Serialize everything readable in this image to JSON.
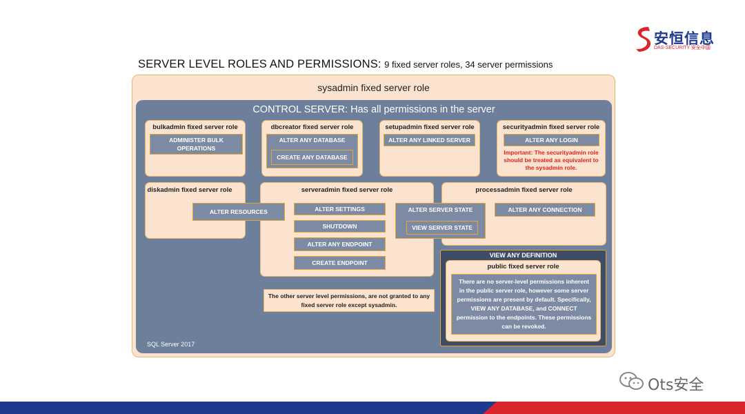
{
  "logo": {
    "name_cn": "安恒信息",
    "name_en": "DAS-SECURITY 安全中国"
  },
  "title": {
    "main": "SERVER LEVEL ROLES AND PERMISSIONS:",
    "sub": "9 fixed server roles, 34 server permissions"
  },
  "sysadmin": {
    "label": "sysadmin fixed server role"
  },
  "control_server": {
    "label": "CONTROL SERVER: Has all permissions in the server",
    "version": "SQL Server 2017"
  },
  "roles": {
    "bulkadmin": {
      "label": "bulkadmin fixed server role",
      "perms": [
        "ADMINISTER BULK OPERATIONS"
      ]
    },
    "dbcreator": {
      "label": "dbcreator fixed server role",
      "perms": [
        "ALTER ANY DATABASE",
        "CREATE ANY DATABASE"
      ]
    },
    "setupadmin": {
      "label": "setupadmin fixed server role",
      "perms": [
        "ALTER ANY LINKED SERVER"
      ]
    },
    "securityadmin": {
      "label": "securityadmin fixed server role",
      "perms": [
        "ALTER ANY LOGIN"
      ],
      "note": "Important: The securityadmin role should be treated as equivalent to the sysadmin role."
    },
    "diskadmin": {
      "label": "diskadmin fixed server role",
      "perms": [
        "ALTER RESOURCES"
      ]
    },
    "serveradmin": {
      "label": "serveradmin fixed server role",
      "perms": [
        "ALTER SETTINGS",
        "SHUTDOWN",
        "ALTER ANY ENDPOINT",
        "CREATE ENDPOINT",
        "ALTER SERVER STATE",
        "VIEW SERVER STATE"
      ]
    },
    "processadmin": {
      "label": "processadmin fixed server role",
      "perms": [
        "ALTER ANY CONNECTION"
      ]
    },
    "public": {
      "outer_label": "VIEW ANY DEFINITION",
      "label": "public fixed server role",
      "text": "There are no server-level permissions inherent in the public server role, however some server permissions are present by default. Specifically, VIEW ANY DATABASE, and CONNECT permission to the endpoints. These permissions can be revoked."
    }
  },
  "other_note": "The other server level permissions, are not granted to any fixed server role except sysadmin.",
  "watermark": "Ots安全",
  "colors": {
    "peach": "#fbe3cf",
    "slate": "#6d7f9b",
    "perm_fill": "#7c8aa3",
    "accent_border": "#e3a736",
    "brand_blue": "#1d3a8f",
    "brand_red": "#d9262c",
    "warning_red": "#e2231a"
  }
}
